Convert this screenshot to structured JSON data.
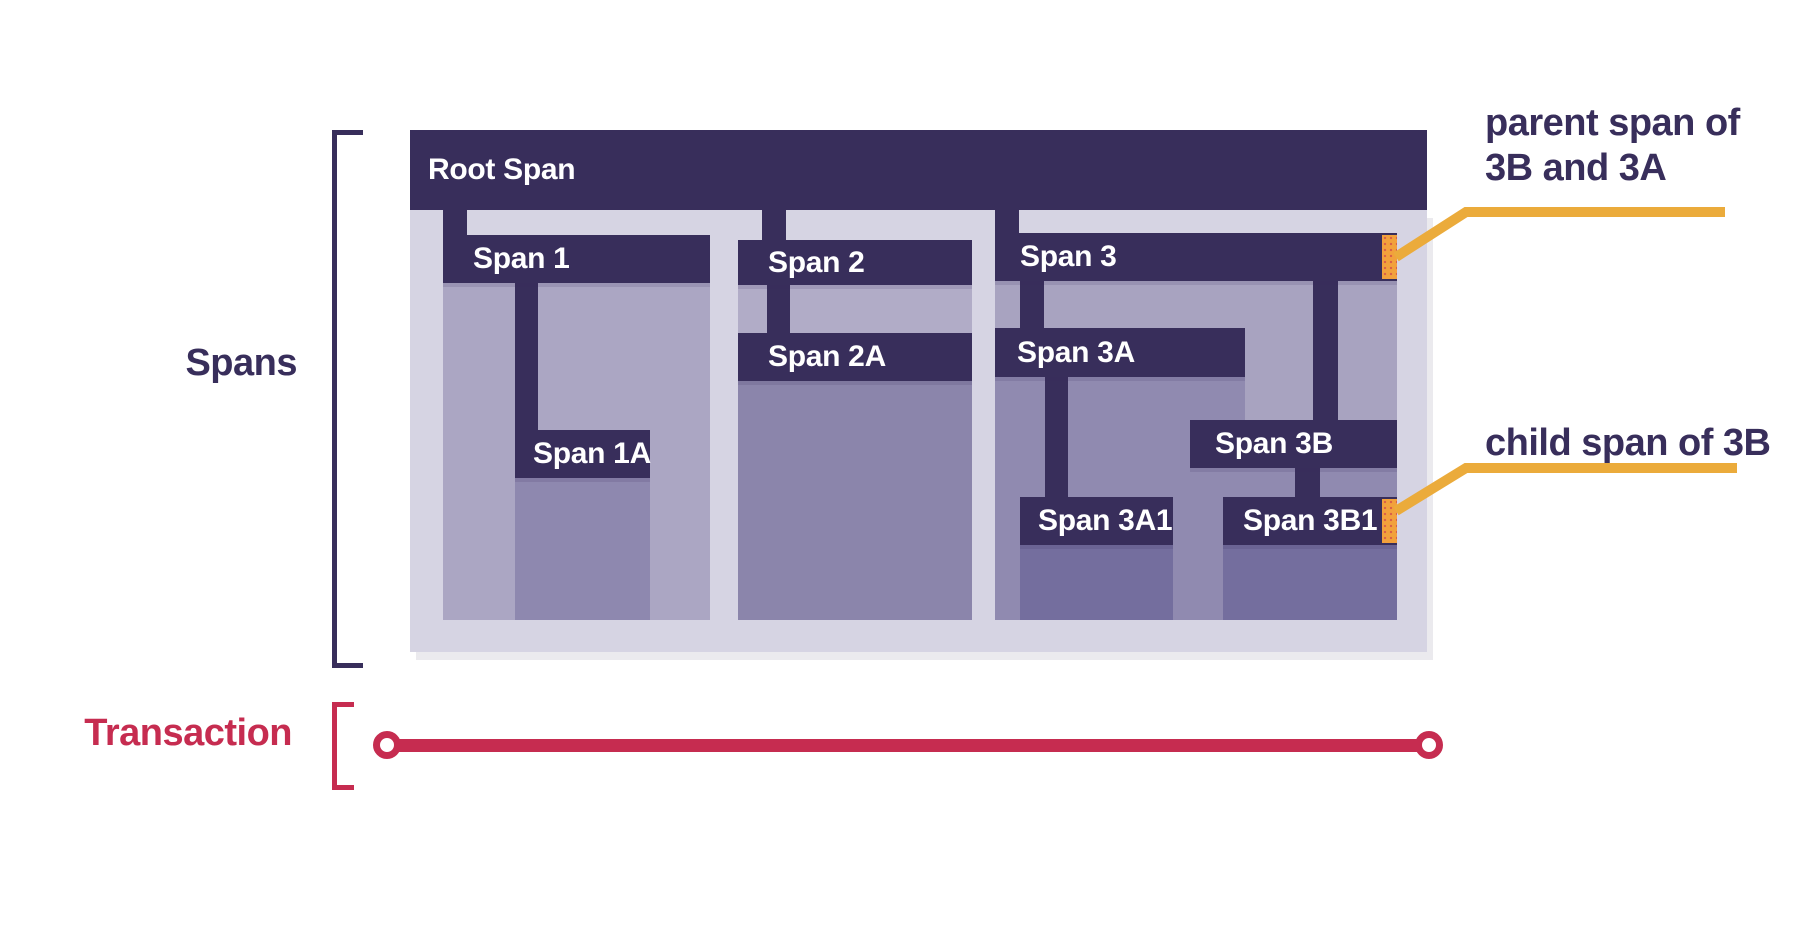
{
  "sections": {
    "spans_label": "Spans",
    "transaction_label": "Transaction"
  },
  "spans": {
    "root": "Root Span",
    "span1": "Span 1",
    "span1a": "Span 1A",
    "span2": "Span 2",
    "span2a": "Span 2A",
    "span3": "Span 3",
    "span3a": "Span 3A",
    "span3a1": "Span 3A1",
    "span3b": "Span 3B",
    "span3b1": "Span 3B1"
  },
  "annotations": {
    "parent_line1": "parent span of",
    "parent_line2": "3B and 3A",
    "child": "child span of 3B"
  },
  "colors": {
    "background": "#FFFFFF",
    "navy": "#382E5B",
    "lavender": "#D6D4E3",
    "span1_body": "#ABA6C3",
    "span1a_body": "#8E88AF",
    "span2_body": "#B1ACC7",
    "span2a_body": "#8B85AB",
    "span3_body": "#A8A3C0",
    "span3a_body": "#908AB0",
    "span3a1_body": "#746E9E",
    "span3b_body": "#908AB0",
    "span3b1_body": "#746E9E",
    "marker_orange": "#F2A13C",
    "callout_yellow": "#EBAB3B",
    "crimson": "#C62C50"
  }
}
